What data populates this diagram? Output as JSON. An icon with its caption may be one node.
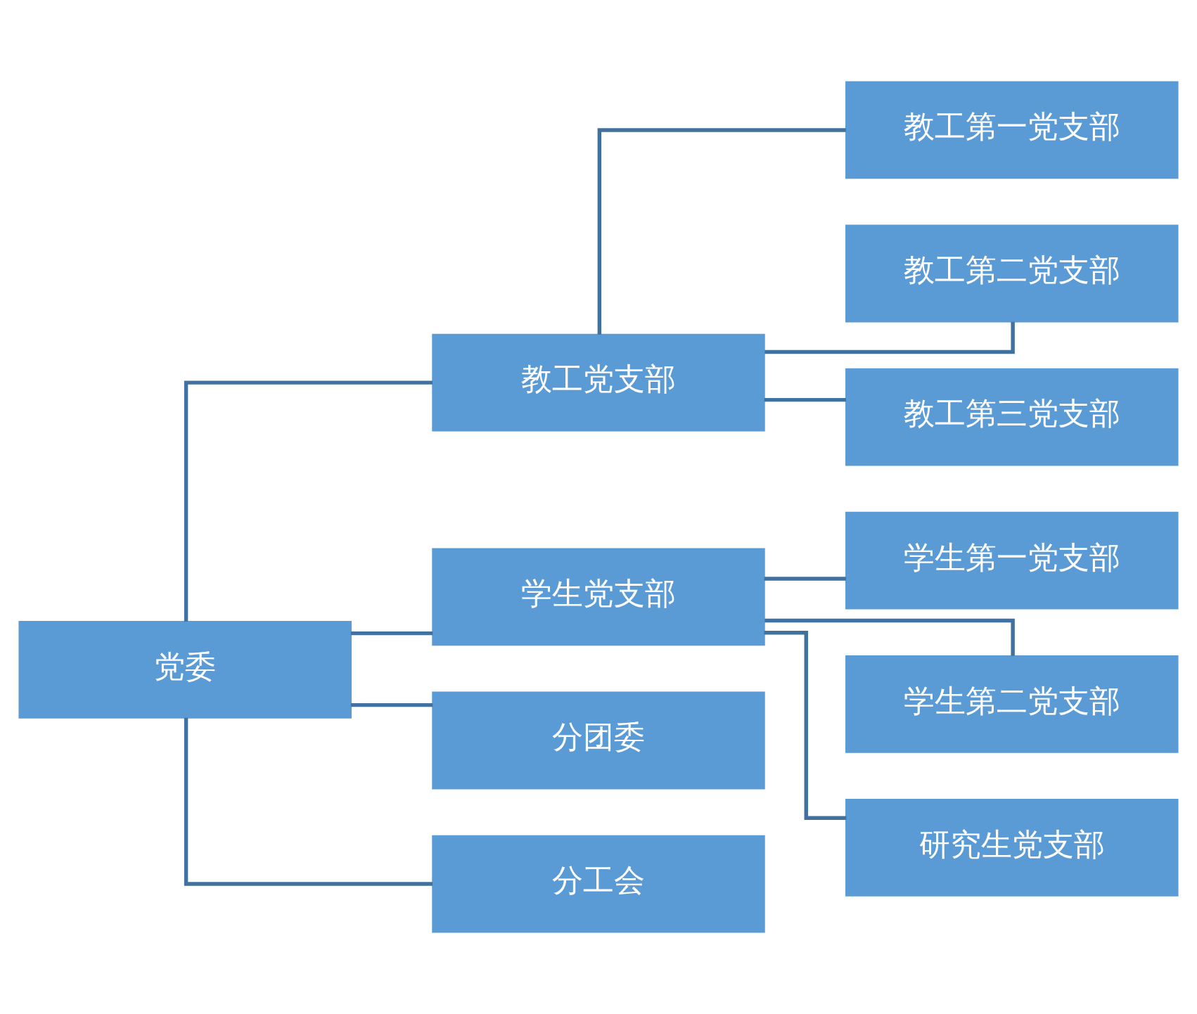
{
  "diagram": {
    "nodes": [
      {
        "text": [
          "党委"
        ]
      },
      {
        "text": [
          "教工党支部"
        ]
      },
      {
        "text": [
          "教工第一党支部"
        ]
      },
      {
        "text": [
          "教工第二党支部"
        ]
      },
      {
        "text": [
          "教工第三党支部"
        ]
      },
      {
        "text": [
          "学生党支部"
        ]
      },
      {
        "text": [
          "学生第一党支部"
        ]
      },
      {
        "text": [
          "学生第二党支部"
        ]
      },
      {
        "text": [
          "研究生党支部"
        ]
      },
      {
        "text": [
          "分团委"
        ]
      },
      {
        "text": [
          "分工会"
        ]
      }
    ],
    "edges": [
      {
        "from": 0,
        "to": 1,
        "arrow": "none"
      },
      {
        "from": 0,
        "to": 5,
        "arrow": "none"
      },
      {
        "from": 0,
        "to": 9,
        "arrow": "none"
      },
      {
        "from": 0,
        "to": 10,
        "arrow": "none"
      },
      {
        "from": 1,
        "to": 2,
        "arrow": "none"
      },
      {
        "from": 1,
        "to": 3,
        "arrow": "none"
      },
      {
        "from": 1,
        "to": 4,
        "arrow": "none"
      },
      {
        "from": 5,
        "to": 6,
        "arrow": "none"
      },
      {
        "from": 5,
        "to": 7,
        "arrow": "none"
      },
      {
        "from": 5,
        "to": 8,
        "arrow": "none"
      }
    ]
  }
}
